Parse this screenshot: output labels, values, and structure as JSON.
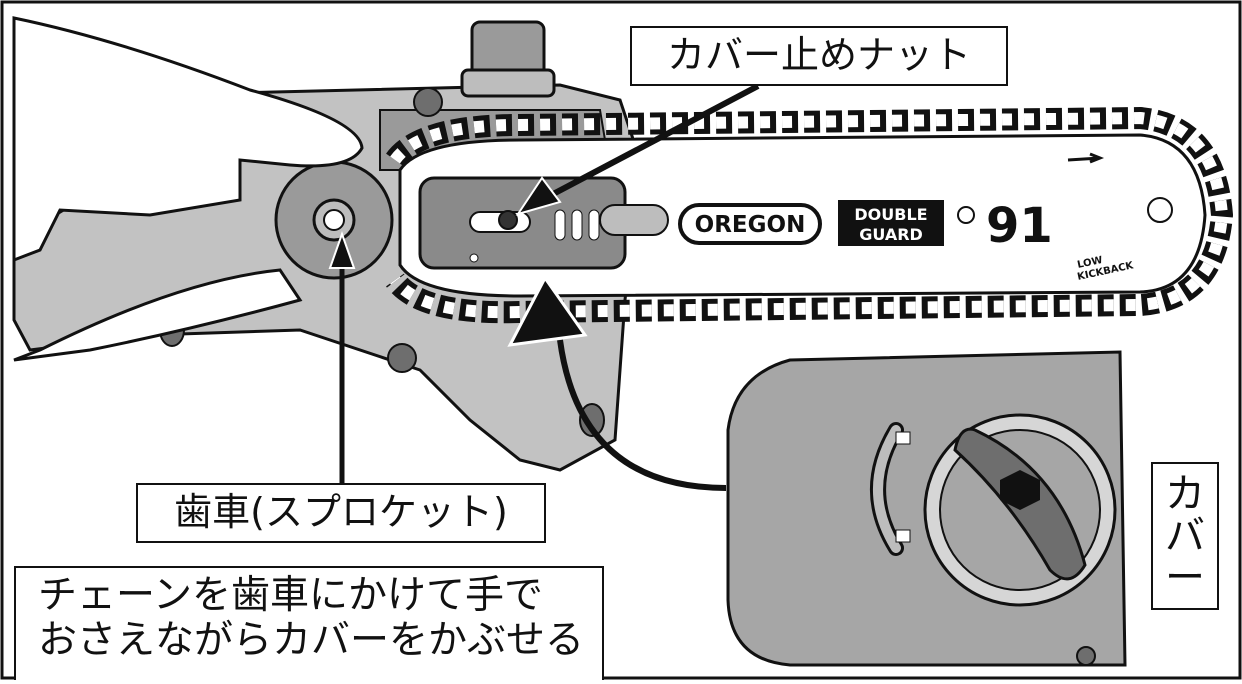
{
  "labels": {
    "cover_nut": "カバー止めナット",
    "sprocket": "歯車(スプロケット)",
    "instruction_line1": "チェーンを歯車にかけて手で",
    "instruction_line2": "おさえながらカバーをかぶせる",
    "cover_chars": [
      "カ",
      "バ",
      "ー"
    ]
  },
  "bar_markings": {
    "brand": "OREGON",
    "double_guard_1": "DOUBLE",
    "double_guard_2": "GUARD",
    "model": "91",
    "low_kickback_1": "LOW",
    "low_kickback_2": "KICKBACK"
  },
  "colors": {
    "outline": "#111111",
    "tool_gray": "#bdbdbd",
    "cover_gray": "#a6a6a6",
    "dark_gray": "#6e6e6e",
    "background": "#ffffff"
  }
}
